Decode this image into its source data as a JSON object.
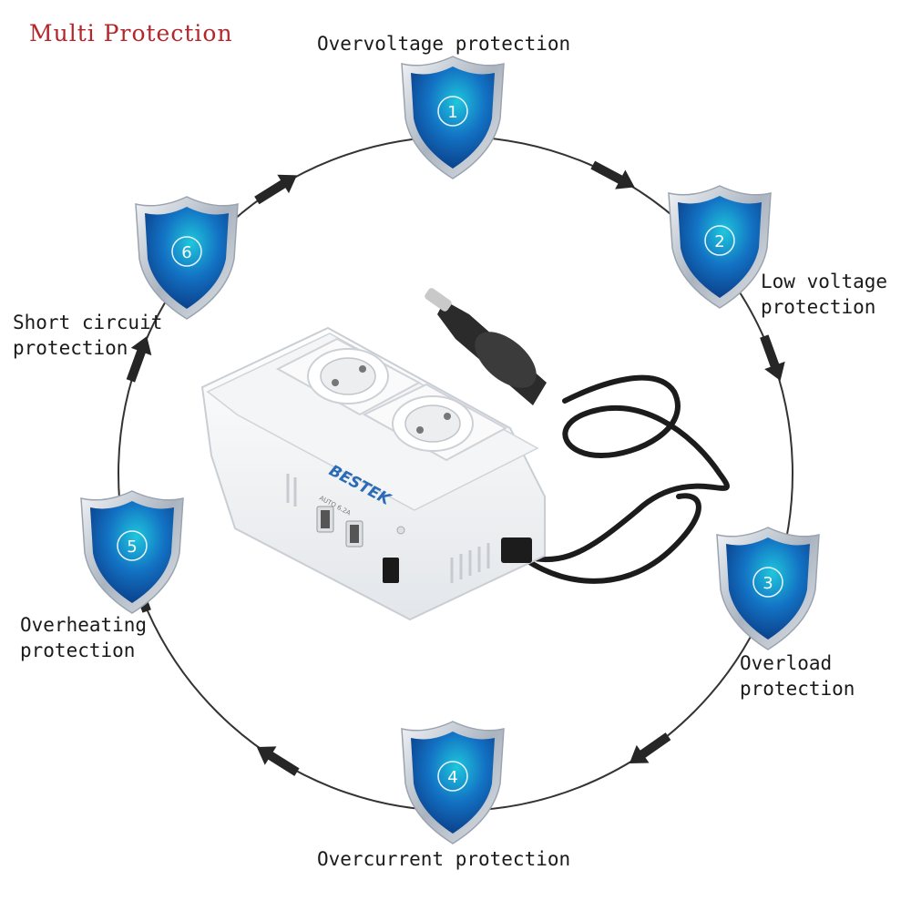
{
  "title": "Multi Protection",
  "colors": {
    "title": "#b3262b",
    "ring": "#333333",
    "shield_dark": "#0a3d8c",
    "shield_light": "#1bbfd8",
    "shield_rim": "#c4ccd6"
  },
  "features": [
    {
      "number": "1",
      "lines": [
        "Overvoltage protection"
      ]
    },
    {
      "number": "2",
      "lines": [
        "Low voltage",
        "protection"
      ]
    },
    {
      "number": "3",
      "lines": [
        "Overload",
        "protection"
      ]
    },
    {
      "number": "4",
      "lines": [
        "Overcurrent protection"
      ]
    },
    {
      "number": "5",
      "lines": [
        "Overheating",
        "protection"
      ]
    },
    {
      "number": "6",
      "lines": [
        "Short circuit",
        "protection"
      ]
    }
  ],
  "device": {
    "brand": "BESTEK",
    "usb_label": "AUTO 6.2A"
  },
  "icons": {
    "shield": "shield-icon",
    "arrow": "arrow-icon",
    "device": "power-inverter-icon"
  }
}
